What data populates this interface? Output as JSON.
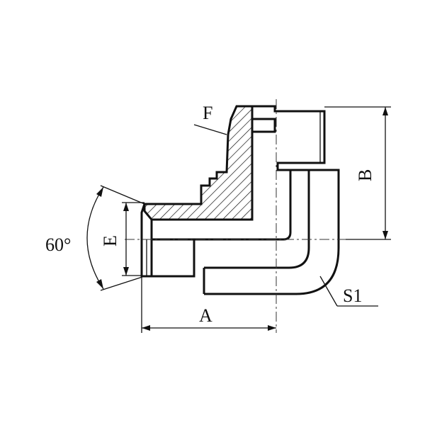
{
  "labels": {
    "F": "F",
    "B": "B",
    "E": "E",
    "angle": "60°",
    "A": "A",
    "S1": "S1"
  }
}
